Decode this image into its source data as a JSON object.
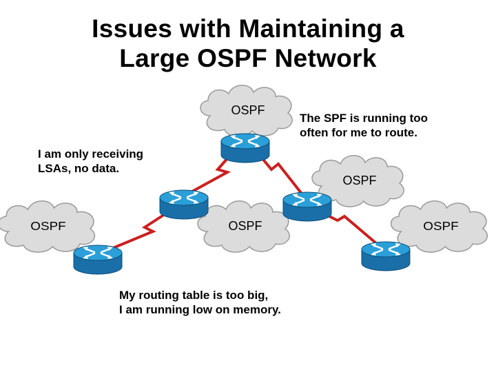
{
  "title": {
    "line1": "Issues with Maintaining a",
    "line2": "Large OSPF Network"
  },
  "clouds": [
    {
      "label": "OSPF"
    },
    {
      "label": "OSPF"
    },
    {
      "label": "OSPF"
    },
    {
      "label": "OSPF"
    },
    {
      "label": "OSPF"
    }
  ],
  "captions": {
    "spf_line1": "The SPF is running too",
    "spf_line2": "often for me to route.",
    "lsa_line1": "I am only receiving",
    "lsa_line2": "LSAs, no data.",
    "routing_line1": "My routing table is too big,",
    "routing_line2": "I am running low on memory."
  },
  "colors": {
    "cloud_fill": "#dcdcdc",
    "cloud_stroke": "#9a9a9a",
    "router_top": "#2a9fd8",
    "router_side": "#1a6fa8",
    "link": "#cc1f1f"
  }
}
